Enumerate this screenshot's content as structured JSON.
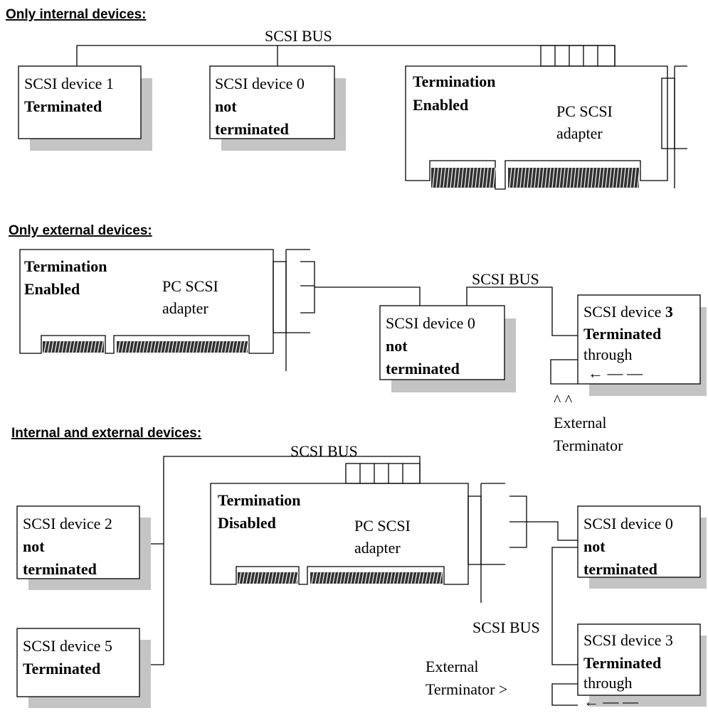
{
  "sections": [
    {
      "heading": "Only internal devices:"
    },
    {
      "heading": "Only external devices:"
    },
    {
      "heading": "Internal and external devices:"
    }
  ],
  "bus_label": "SCSI BUS",
  "adapter": {
    "line1": "PC SCSI",
    "line2": "adapter"
  },
  "termination": {
    "line1": "Termination",
    "enabled": "Enabled",
    "disabled": "Disabled"
  },
  "dev": {
    "d1": "SCSI device 1",
    "d0": "SCSI device 0",
    "d2": "SCSI device 2",
    "d5": "SCSI device 5",
    "d3": "SCSI device 3",
    "d3_prefix": "SCSI device ",
    "d3_num": "3"
  },
  "status": {
    "terminated": "Terminated",
    "not": "not",
    "terminated_lc": "terminated",
    "through": "through"
  },
  "ext_term": {
    "line1": "External",
    "line2": "Terminator",
    "suffix": "Terminator  >"
  },
  "arrow": "← — —",
  "carets": "^   ^"
}
